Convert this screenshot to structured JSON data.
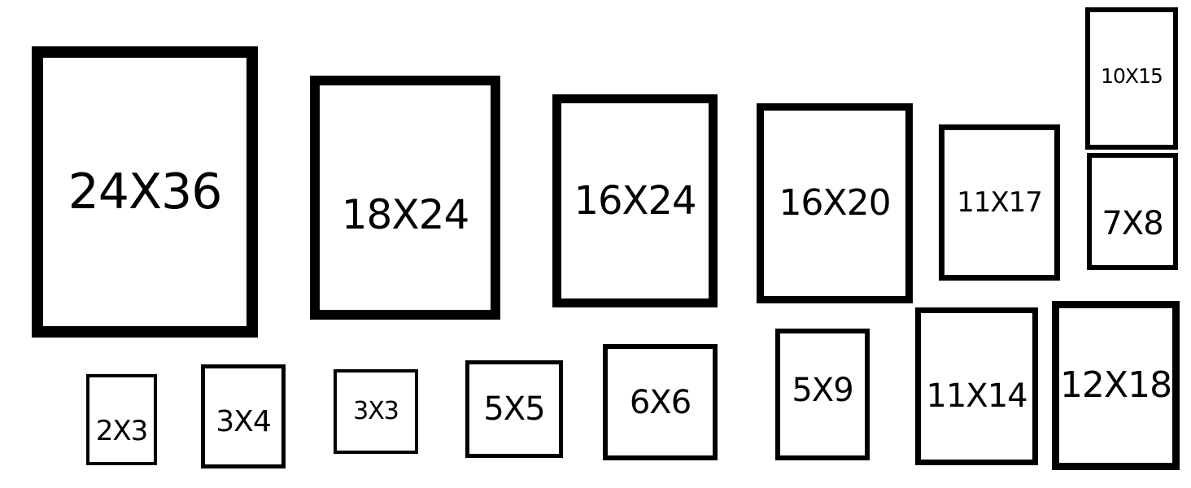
{
  "colors": {
    "background": "#ffffff",
    "frame": "#000000",
    "label": "#000000"
  },
  "frames": [
    {
      "label": "24X36"
    },
    {
      "label": "18X24"
    },
    {
      "label": "16X24"
    },
    {
      "label": "16X20"
    },
    {
      "label": "11X17"
    },
    {
      "label": "10X15"
    },
    {
      "label": "7X8"
    },
    {
      "label": "2X3"
    },
    {
      "label": "3X4"
    },
    {
      "label": "3X3"
    },
    {
      "label": "5X5"
    },
    {
      "label": "6X6"
    },
    {
      "label": "5X9"
    },
    {
      "label": "11X14"
    },
    {
      "label": "12X18"
    }
  ]
}
